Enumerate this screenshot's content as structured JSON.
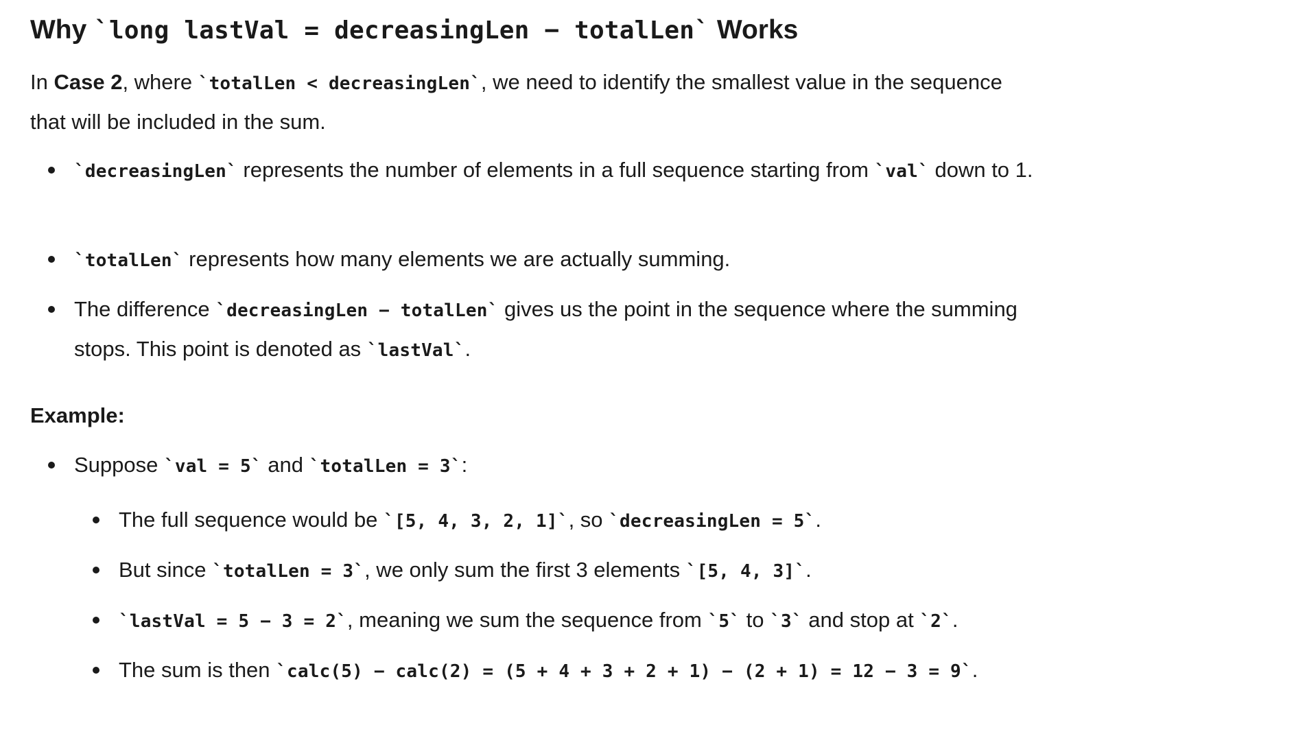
{
  "heading": {
    "prefix": "Why ",
    "code": "`long lastVal = decreasingLen − totalLen`",
    "suffix": " Works"
  },
  "intro": {
    "t1": "In ",
    "bold": "Case 2",
    "t2": ", where ",
    "code": "`totalLen < decreasingLen`",
    "t3": ", we need to identify the smallest value in the sequence that will be included in the sum."
  },
  "bullets": [
    {
      "code1": "`decreasingLen`",
      "t1": " represents the number of elements in a full sequence starting from ",
      "code2": "`val`",
      "t2": " down to 1."
    },
    {
      "code1": "`totalLen`",
      "t1": " represents how many elements we are actually summing."
    },
    {
      "t0": "The difference ",
      "code1": "`decreasingLen − totalLen`",
      "t1": " gives us the point in the sequence where the summing stops. This point is denoted as ",
      "code2": "`lastVal`",
      "t2": "."
    }
  ],
  "example": {
    "heading": "Example:",
    "suppose": {
      "t0": "Suppose ",
      "code1": "`val = 5`",
      "t1": " and ",
      "code2": "`totalLen = 3`",
      "t2": ":"
    },
    "sub": [
      {
        "t0": "The full sequence would be ",
        "code1": "`[5, 4, 3, 2, 1]`",
        "t1": ", so ",
        "code2": "`decreasingLen = 5`",
        "t2": "."
      },
      {
        "t0": "But since ",
        "code1": "`totalLen = 3`",
        "t1": ", we only sum the first 3 elements ",
        "code2": "`[5, 4, 3]`",
        "t2": "."
      },
      {
        "code1": "`lastVal = 5 − 3 = 2`",
        "t1": ", meaning we sum the sequence from ",
        "code2": "`5`",
        "t2": " to ",
        "code3": "`3`",
        "t3": " and stop at ",
        "code4": "`2`",
        "t4": "."
      },
      {
        "t0": "The sum is then ",
        "code1": "`calc(5) − calc(2) = (5 + 4 + 3 + 2 + 1) − (2 + 1) = 12 − 3 = 9`",
        "t1": "."
      }
    ]
  }
}
